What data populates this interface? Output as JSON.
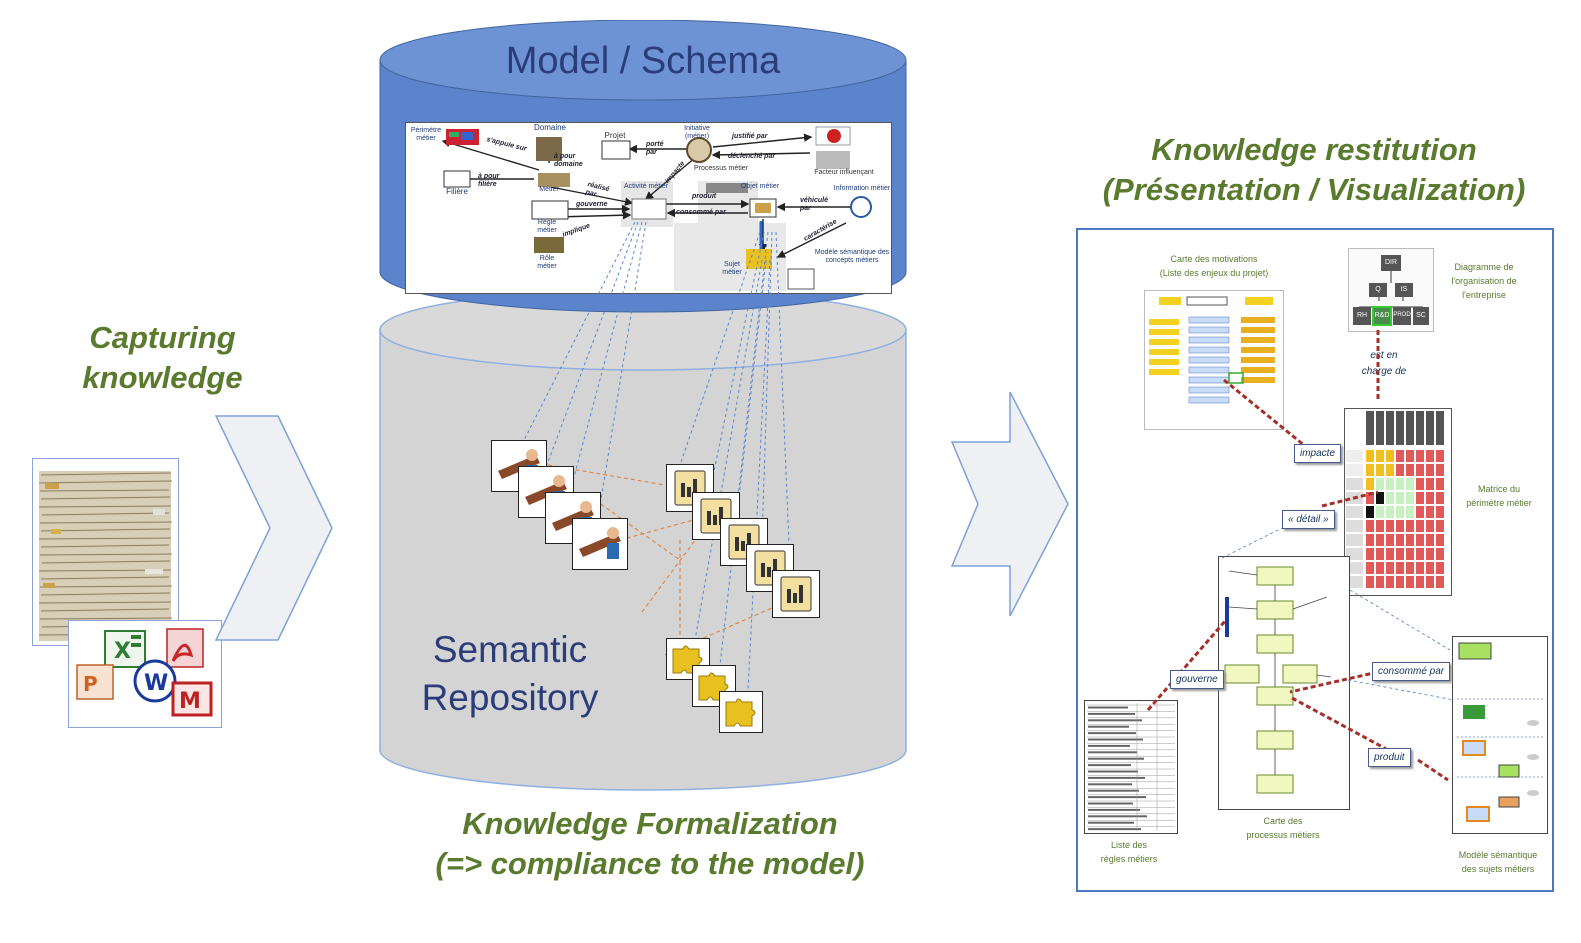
{
  "left": {
    "title_line1": "Capturing",
    "title_line2": "knowledge"
  },
  "cylinder": {
    "top_title": "Model / Schema",
    "bottom_line1": "Semantic",
    "bottom_line2": "Repository"
  },
  "model_schema": {
    "nodes": {
      "perimetre": "Périmètre métier",
      "domaine": "Domaine",
      "projet": "Projet",
      "initiative": "Initiative (métier)",
      "metier": "Métier",
      "filiere": "Filière",
      "regle": "Règle métier",
      "role": "Rôle métier",
      "processus": "Processus métier",
      "activite": "Activité métier",
      "objet": "Objet métier",
      "information": "Information métier",
      "sujet": "Sujet métier",
      "modele": "Modèle sémantique des concepts métiers",
      "facteur": "Facteur influençant"
    },
    "edges": {
      "appuie": "s'appuie sur",
      "pour_domaine": "à pour domaine",
      "pour_filiere": "à pour filière",
      "realise": "réalisé par",
      "porte": "porté par",
      "justifie": "justifié par",
      "declenche": "déclenché par",
      "impacte": "impacte",
      "gouverne": "gouverne",
      "produit": "produit",
      "consomme": "consommé par",
      "vehicule": "véhiculé par",
      "implique": "implique",
      "caracterise": "caractérise"
    }
  },
  "bottom": {
    "line1": "Knowledge Formalization",
    "line2": "(=> compliance to the model)"
  },
  "right": {
    "title_line1": "Knowledge restitution",
    "title_line2": "(Présentation / Visualization)"
  },
  "restitution": {
    "carte_motivations": "Carte des motivations\n(Liste des enjeux du projet)",
    "diagramme_orga": "Diagramme de\nl'organisation de\nl'entreprise",
    "est_en_charge": "est en\ncharge de",
    "impacte": "impacte",
    "detail": "« détail »",
    "matrice": "Matrice du\npérimètre métier",
    "gouverne": "gouverne",
    "consomme_par": "consommé par",
    "produit": "produit",
    "liste_regles": "Liste des\nrègles métiers",
    "carte_processus": "Carte des\nprocessus métiers",
    "modele_semantique": "Modèle sémantique\ndes sujets métiers",
    "org": [
      "DIR",
      "Q",
      "IS",
      "RH",
      "R&D",
      "PROD",
      "SC"
    ]
  },
  "colors": {
    "cyl_top": "#5b84cc",
    "cyl_body": "#d4d4d4",
    "green_title": "#5a7a2e",
    "arrow_fill": "#eef0f4",
    "arrow_stroke": "#7ea1d8",
    "dashed_red": "#a5302a"
  },
  "icons": [
    "documents-stack-icon",
    "excel-icon",
    "pdf-icon",
    "powerpoint-icon",
    "word-icon",
    "mindmanager-icon",
    "activity-worker-icon",
    "business-object-icon",
    "puzzle-icon"
  ]
}
